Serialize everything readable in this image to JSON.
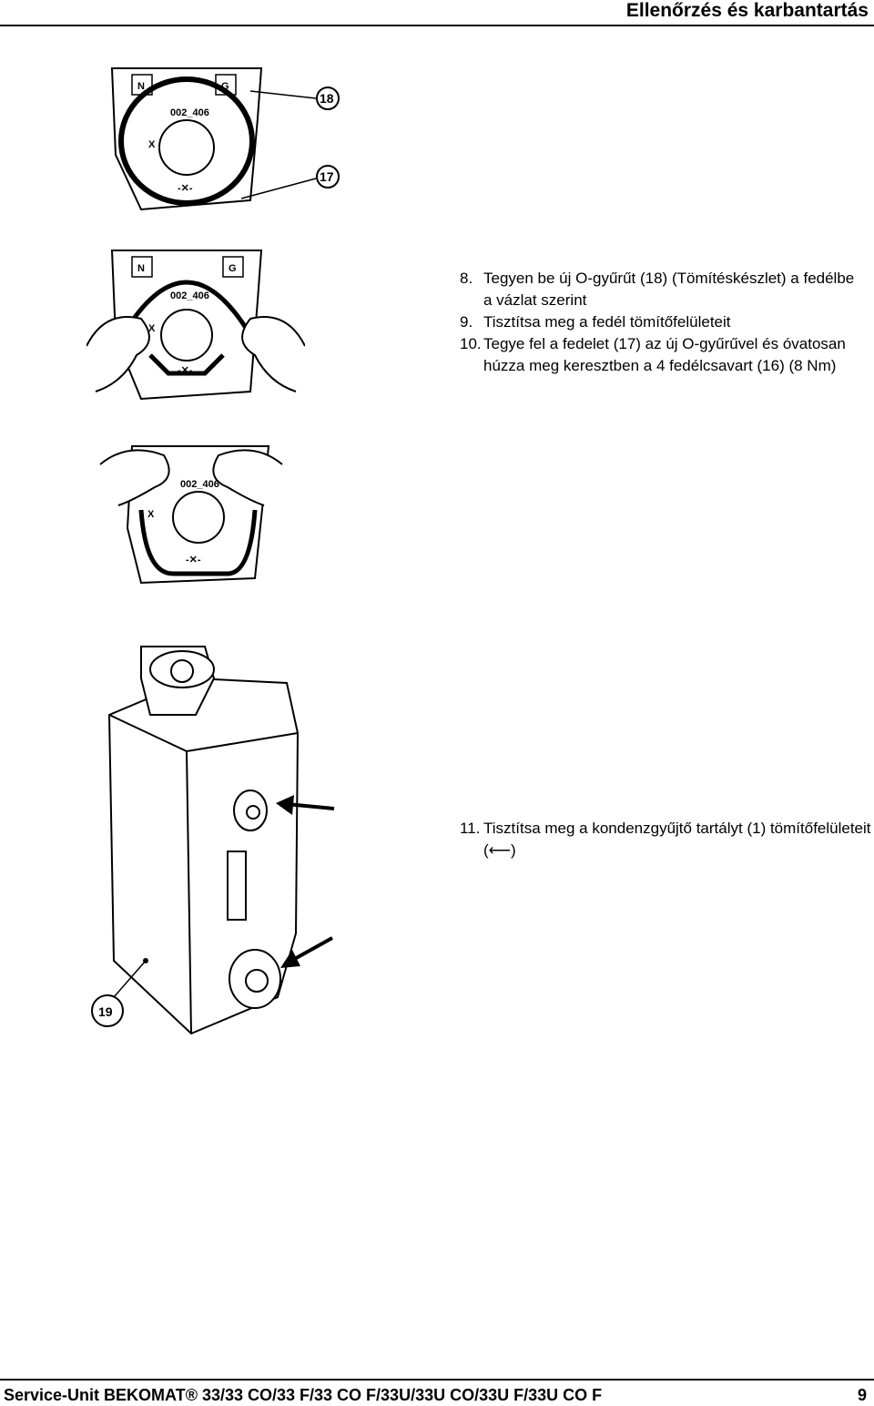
{
  "header": {
    "title": "Ellenőrzés és karbantartás"
  },
  "figures": {
    "fig1": {
      "callout_top": "18",
      "callout_bottom": "17",
      "code": "002_406",
      "mark": "X",
      "mark2": "-✕-",
      "n": "N",
      "g": "G"
    },
    "fig2": {
      "code": "002_406",
      "mark": "X",
      "mark2": "-✕-",
      "n": "N",
      "g": "G"
    },
    "fig3": {
      "code": "002_406",
      "mark": "X",
      "mark2": "-✕-"
    },
    "fig4": {
      "callout": "19"
    }
  },
  "steps": [
    {
      "num": "8.",
      "text": "Tegyen be új O-gyűrűt (18) (Tömítéskészlet) a fedélbe a vázlat szerint"
    },
    {
      "num": "9.",
      "text": "Tisztítsa meg a fedél tömítőfelületeit"
    },
    {
      "num": "10.",
      "text": "Tegye fel a fedelet (17) az új O-gyűrűvel és óvatosan húzza meg keresztben a 4 fedélcsavart (16) (8 Nm)"
    }
  ],
  "step11": {
    "num": "11.",
    "text": "Tisztítsa meg a kondenzgyűjtő tartályt (1) tömítőfelületeit (⟵)"
  },
  "footer": {
    "text": "Service-Unit BEKOMAT® 33/33 CO/33 F/33 CO F/33U/33U CO/33U F/33U CO F",
    "page": "9"
  }
}
